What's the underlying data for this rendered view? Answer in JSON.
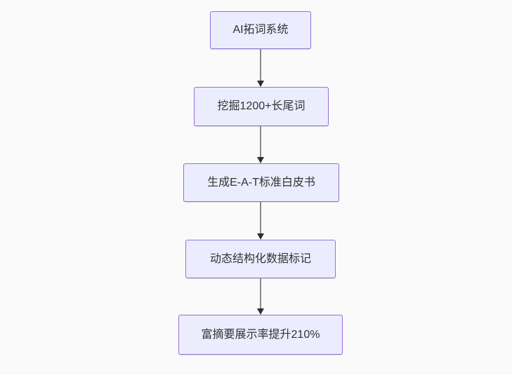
{
  "diagram": {
    "type": "flowchart",
    "direction": "top-to-bottom",
    "nodes": [
      {
        "id": "n1",
        "label": "AI拓词系统"
      },
      {
        "id": "n2",
        "label": "挖掘1200+长尾词"
      },
      {
        "id": "n3",
        "label": "生成E-A-T标准白皮书"
      },
      {
        "id": "n4",
        "label": "动态结构化数据标记"
      },
      {
        "id": "n5",
        "label": "富摘要展示率提升210%"
      }
    ],
    "edges": [
      {
        "from": "n1",
        "to": "n2"
      },
      {
        "from": "n2",
        "to": "n3"
      },
      {
        "from": "n3",
        "to": "n4"
      },
      {
        "from": "n4",
        "to": "n5"
      }
    ],
    "colors": {
      "node_fill": "#ECECFF",
      "node_border": "#9370DB",
      "text": "#333333",
      "arrow_line": "#8A8A8A",
      "arrow_head": "#2F2F2F",
      "background": "#FAFAFA"
    }
  }
}
